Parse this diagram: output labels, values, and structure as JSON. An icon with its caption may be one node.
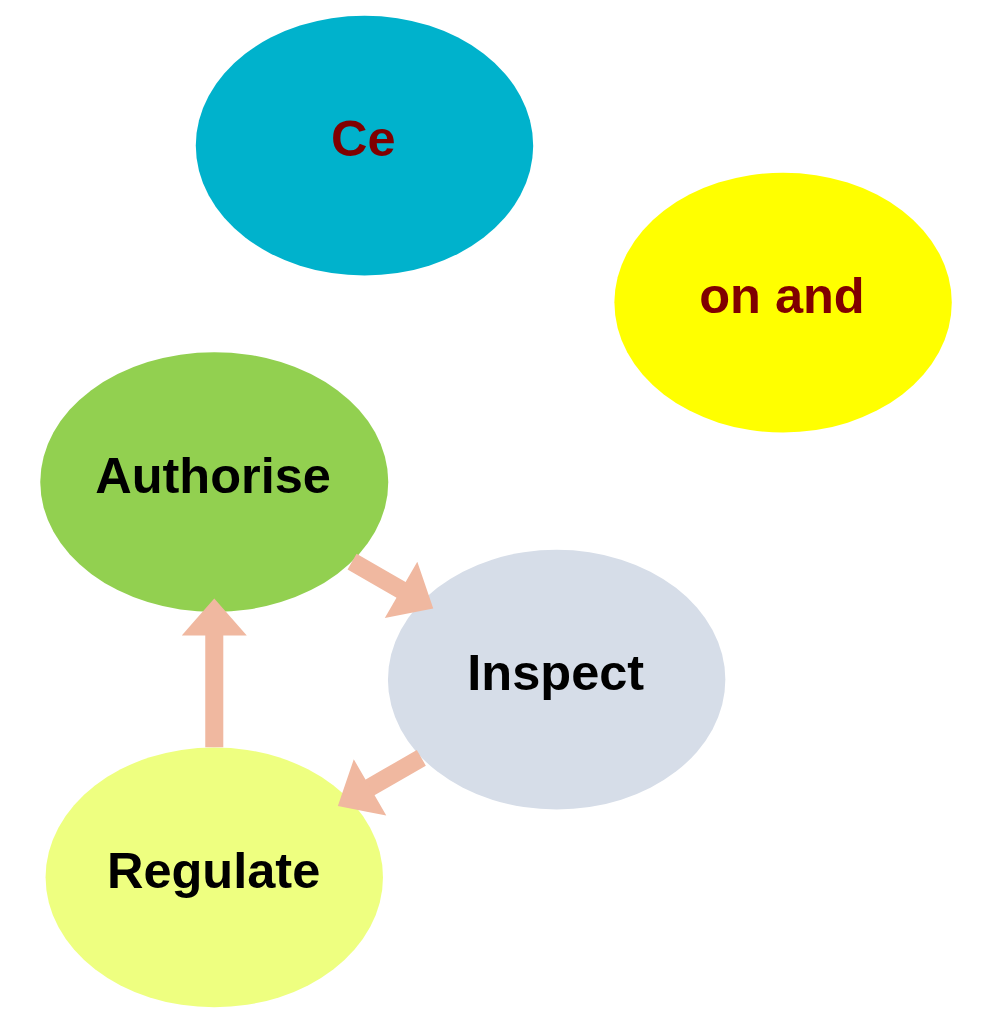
{
  "diagram": {
    "nodes": [
      {
        "text": [
          "Regulate"
        ]
      },
      {
        "text": [
          "Authorise"
        ]
      },
      {
        "text": [
          "Inspect"
        ]
      },
      {
        "text": [
          "on and"
        ]
      },
      {
        "text": [
          "Ce"
        ]
      }
    ],
    "edges": [
      {
        "from": 0,
        "to": 1,
        "arrow": "to"
      },
      {
        "from": 1,
        "to": 2,
        "arrow": "to"
      },
      {
        "from": 2,
        "to": 0,
        "arrow": "to"
      }
    ]
  }
}
